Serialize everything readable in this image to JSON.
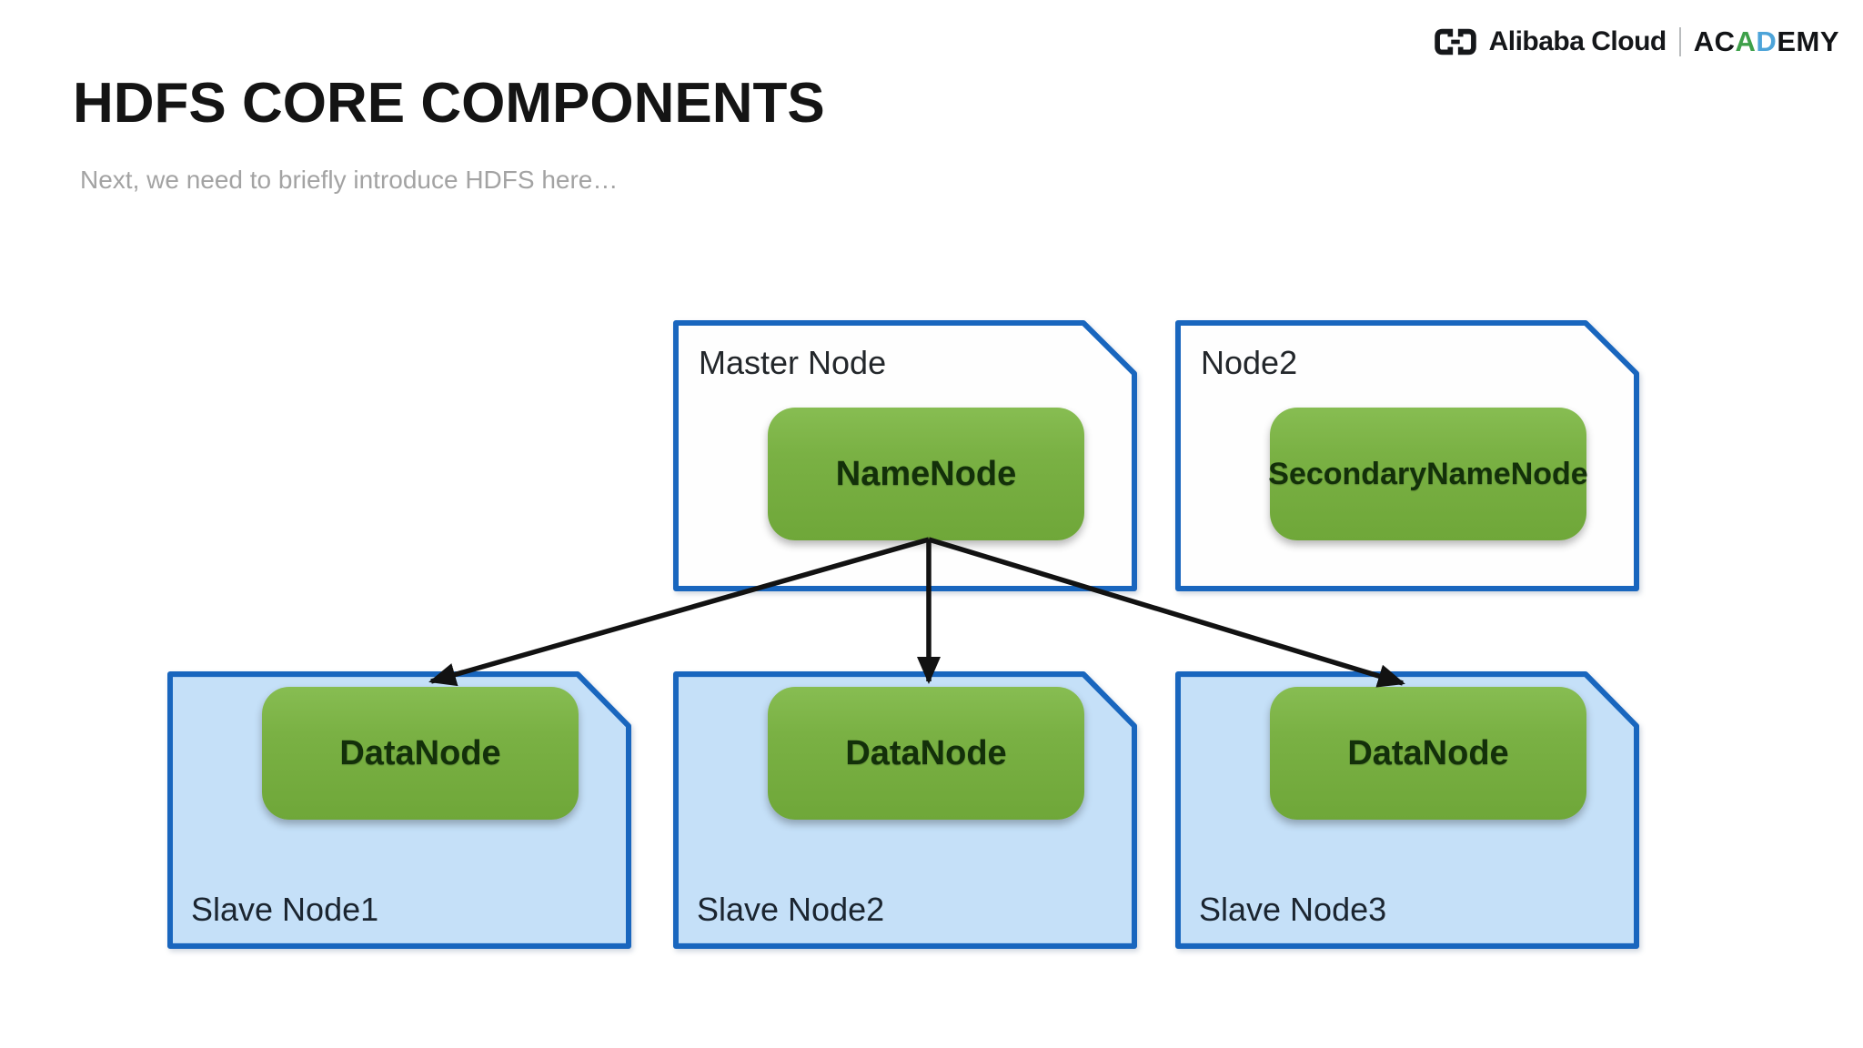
{
  "header": {
    "logo": {
      "icon": "alibaba-cloud-brackets-icon",
      "brand": "Alibaba Cloud",
      "academy_parts": [
        "AC",
        "A",
        "D",
        "EMY"
      ]
    },
    "title": "HDFS CORE COMPONENTS",
    "subtitle": "Next, we need to briefly introduce HDFS here…"
  },
  "diagram": {
    "nodes": [
      {
        "label": "Master Node",
        "component": "NameNode"
      },
      {
        "label": "Node2",
        "component": "SecondaryNameNode"
      },
      {
        "label": "Slave Node1",
        "component": "DataNode"
      },
      {
        "label": "Slave Node2",
        "component": "DataNode"
      },
      {
        "label": "Slave Node3",
        "component": "DataNode"
      }
    ],
    "edges": [
      {
        "from": "NameNode",
        "to": "DataNode (Slave Node1)"
      },
      {
        "from": "NameNode",
        "to": "DataNode (Slave Node2)"
      },
      {
        "from": "NameNode",
        "to": "DataNode (Slave Node3)"
      }
    ]
  },
  "colors": {
    "box_border_blue": "#1966be",
    "slave_fill_blue": "#c5e0f8",
    "master_fill_white": "#fefefe",
    "component_green": "#7ab144",
    "component_text": "#13300a",
    "arrow_black": "#121212",
    "accent_green": "#3ea04a",
    "accent_blue": "#4da4d9",
    "subtitle_gray": "#a3a3a3"
  }
}
